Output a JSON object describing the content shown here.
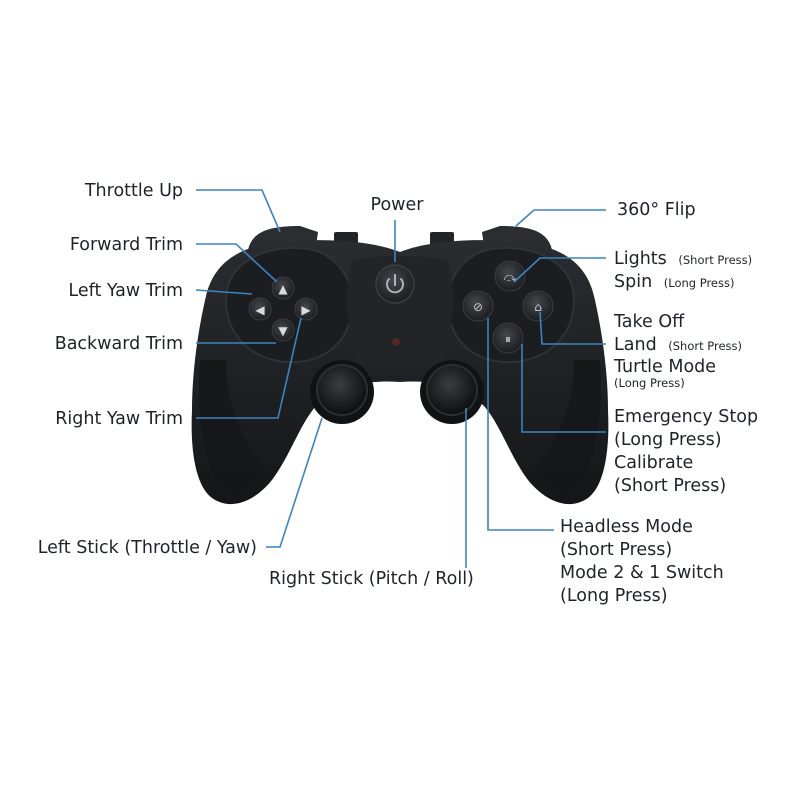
{
  "labels": {
    "throttle_up": "Throttle Up",
    "forward_trim": "Forward Trim",
    "left_yaw_trim": "Left Yaw Trim",
    "backward_trim": "Backward Trim",
    "right_yaw_trim": "Right Yaw Trim",
    "left_stick": "Left Stick (Throttle / Yaw)",
    "right_stick": "Right Stick (Pitch / Roll)",
    "power": "Power",
    "flip_360": "360° Flip",
    "lights": "Lights",
    "lights_note": "(Short Press)",
    "spin": "Spin",
    "spin_note": "(Long Press)",
    "take_off": "Take Off",
    "land": "Land",
    "land_note": "(Short Press)",
    "turtle_mode": "Turtle Mode",
    "turtle_note": "(Long Press)",
    "emergency_stop": "Emergency Stop",
    "emergency_note": "(Long Press)",
    "calibrate": "Calibrate",
    "calibrate_note": "(Short Press)",
    "headless_mode": "Headless Mode",
    "headless_note": "(Short Press)",
    "mode_switch": "Mode 2 & 1 Switch",
    "mode_switch_note": "(Long Press)"
  },
  "colors": {
    "leader_line": "#3b84c4",
    "controller_body": "#1d1f22",
    "label_text": "#1f2328"
  }
}
